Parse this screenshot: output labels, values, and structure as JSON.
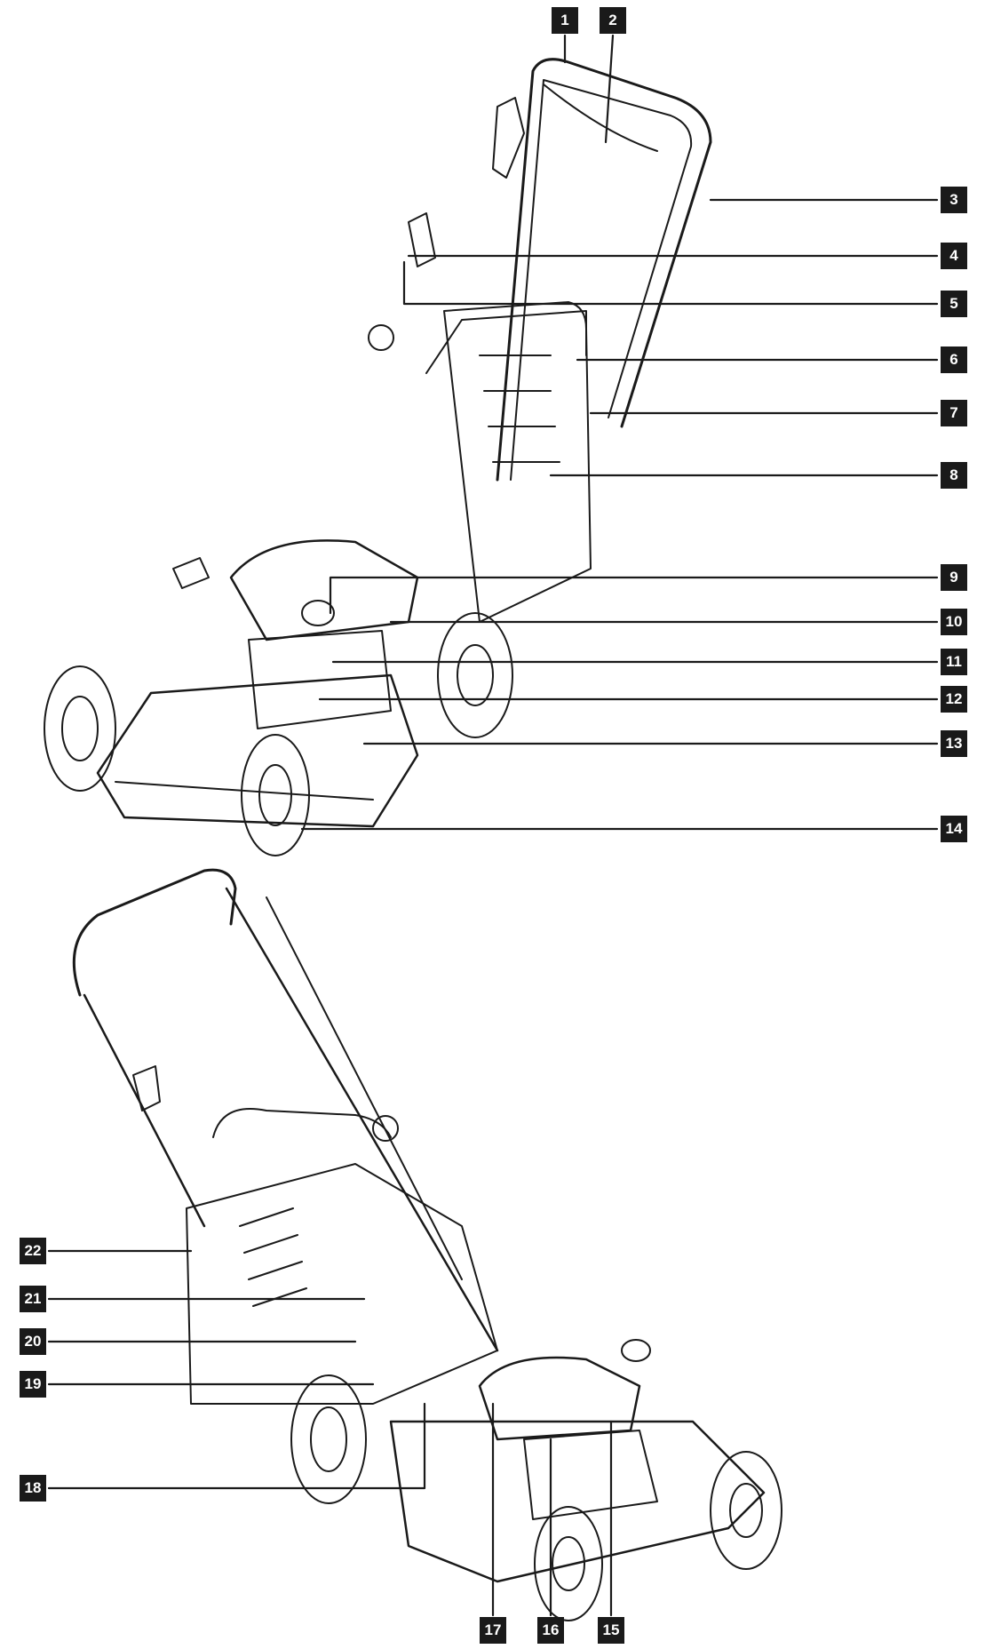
{
  "diagram": {
    "colors": {
      "line": "#1a1a1a",
      "badge": "#1a1a1a",
      "badge_text": "#ffffff",
      "background": "#ffffff"
    },
    "callouts": [
      {
        "id": "1",
        "label": "1"
      },
      {
        "id": "2",
        "label": "2"
      },
      {
        "id": "3",
        "label": "3"
      },
      {
        "id": "4",
        "label": "4"
      },
      {
        "id": "5",
        "label": "5"
      },
      {
        "id": "6",
        "label": "6"
      },
      {
        "id": "7",
        "label": "7"
      },
      {
        "id": "8",
        "label": "8"
      },
      {
        "id": "9",
        "label": "9"
      },
      {
        "id": "10",
        "label": "10"
      },
      {
        "id": "11",
        "label": "11"
      },
      {
        "id": "12",
        "label": "12"
      },
      {
        "id": "13",
        "label": "13"
      },
      {
        "id": "14",
        "label": "14"
      },
      {
        "id": "15",
        "label": "15"
      },
      {
        "id": "16",
        "label": "16"
      },
      {
        "id": "17",
        "label": "17"
      },
      {
        "id": "18",
        "label": "18"
      },
      {
        "id": "19",
        "label": "19"
      },
      {
        "id": "20",
        "label": "20"
      },
      {
        "id": "21",
        "label": "21"
      },
      {
        "id": "22",
        "label": "22"
      }
    ],
    "views": [
      {
        "name": "front-view"
      },
      {
        "name": "rear-view"
      }
    ]
  }
}
